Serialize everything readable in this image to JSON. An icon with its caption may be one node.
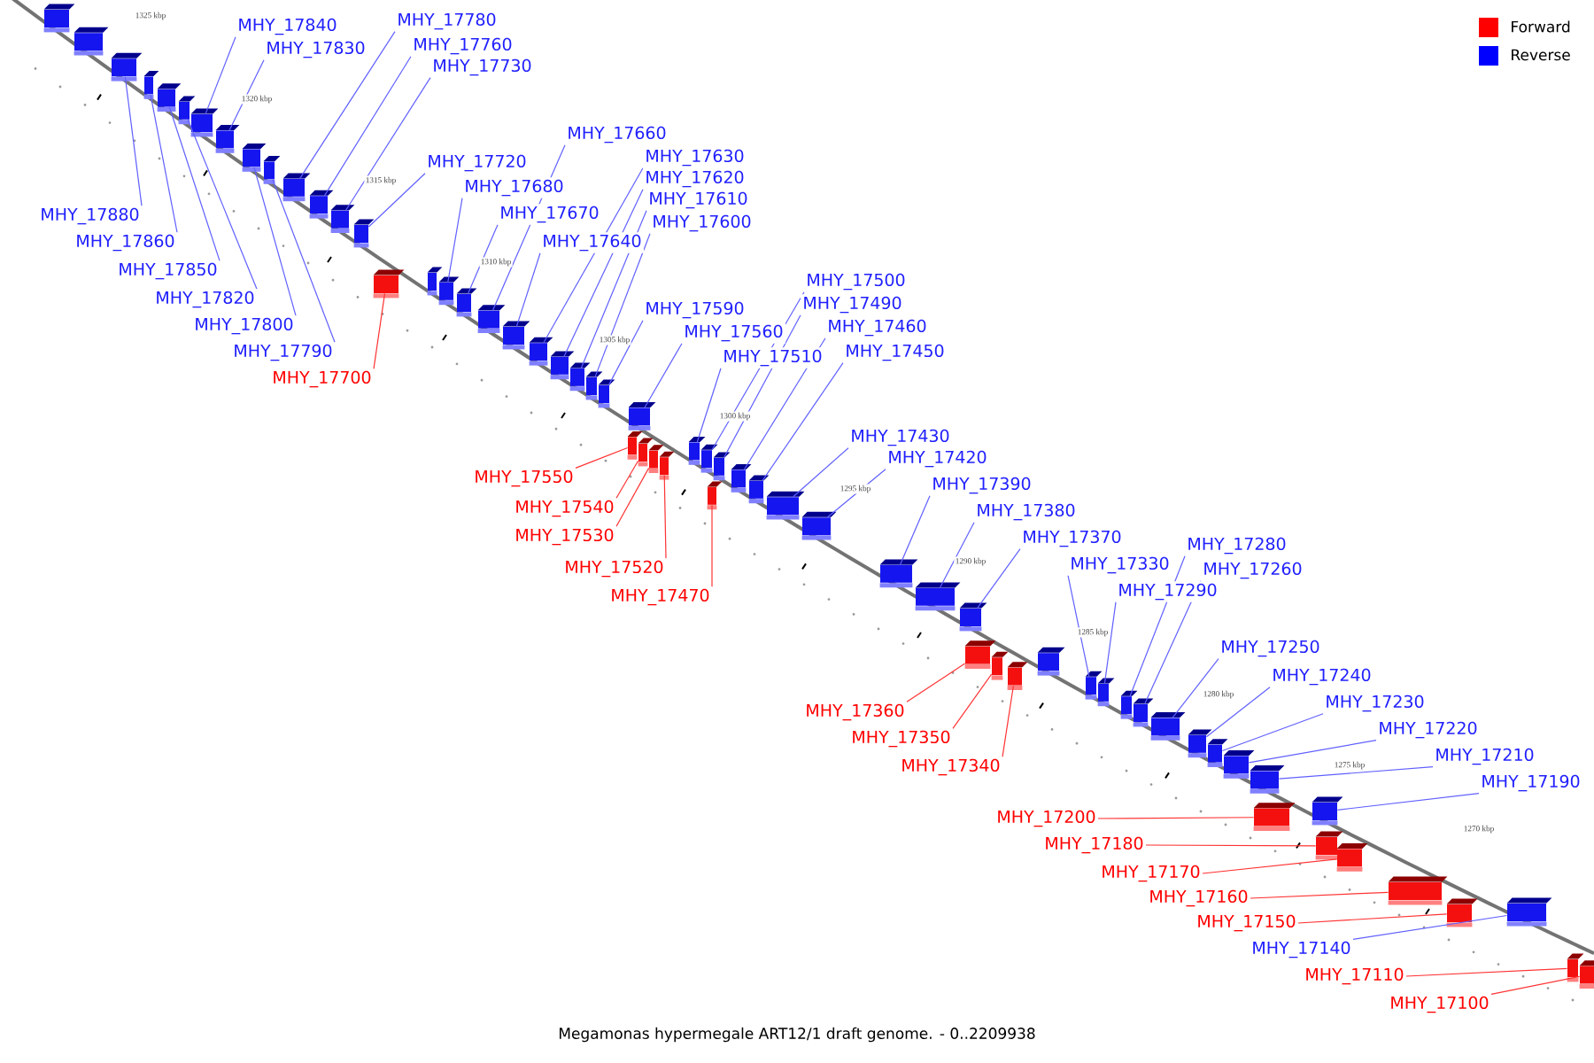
{
  "diagram": {
    "caption": "Megamonas hypermegale ART12/1 draft genome. - 0..2209938",
    "nodes": [
      {
        "text": [
          "MHY_17840"
        ]
      },
      {
        "text": [
          "MHY_17830"
        ]
      },
      {
        "text": [
          "MHY_17780"
        ]
      },
      {
        "text": [
          "MHY_17760"
        ]
      },
      {
        "text": [
          "MHY_17730"
        ]
      },
      {
        "text": [
          "MHY_17880"
        ]
      },
      {
        "text": [
          "MHY_17860"
        ]
      },
      {
        "text": [
          "MHY_17850"
        ]
      },
      {
        "text": [
          "MHY_17820"
        ]
      },
      {
        "text": [
          "MHY_17800"
        ]
      },
      {
        "text": [
          "MHY_17790"
        ]
      },
      {
        "text": [
          "MHY_17700"
        ]
      },
      {
        "text": [
          "MHY_17720"
        ]
      },
      {
        "text": [
          "MHY_17680"
        ]
      },
      {
        "text": [
          "MHY_17670"
        ]
      },
      {
        "text": [
          "MHY_17660"
        ]
      },
      {
        "text": [
          "MHY_17640"
        ]
      },
      {
        "text": [
          "MHY_17630"
        ]
      },
      {
        "text": [
          "MHY_17620"
        ]
      },
      {
        "text": [
          "MHY_17610"
        ]
      },
      {
        "text": [
          "MHY_17600"
        ]
      },
      {
        "text": [
          "MHY_17590"
        ]
      },
      {
        "text": [
          "MHY_17560"
        ]
      },
      {
        "text": [
          "MHY_17510"
        ]
      },
      {
        "text": [
          "MHY_17500"
        ]
      },
      {
        "text": [
          "MHY_17490"
        ]
      },
      {
        "text": [
          "MHY_17460"
        ]
      },
      {
        "text": [
          "MHY_17450"
        ]
      },
      {
        "text": [
          "MHY_17430"
        ]
      },
      {
        "text": [
          "MHY_17420"
        ]
      },
      {
        "text": [
          "MHY_17390"
        ]
      },
      {
        "text": [
          "MHY_17380"
        ]
      },
      {
        "text": [
          "MHY_17370"
        ]
      },
      {
        "text": [
          "MHY_17330"
        ]
      },
      {
        "text": [
          "MHY_17290"
        ]
      },
      {
        "text": [
          "MHY_17280"
        ]
      },
      {
        "text": [
          "MHY_17260"
        ]
      },
      {
        "text": [
          "MHY_17250"
        ]
      },
      {
        "text": [
          "MHY_17240"
        ]
      },
      {
        "text": [
          "MHY_17230"
        ]
      },
      {
        "text": [
          "MHY_17220"
        ]
      },
      {
        "text": [
          "MHY_17210"
        ]
      },
      {
        "text": [
          "MHY_17190"
        ]
      },
      {
        "text": [
          "MHY_17550"
        ]
      },
      {
        "text": [
          "MHY_17540"
        ]
      },
      {
        "text": [
          "MHY_17530"
        ]
      },
      {
        "text": [
          "MHY_17520"
        ]
      },
      {
        "text": [
          "MHY_17470"
        ]
      },
      {
        "text": [
          "MHY_17360"
        ]
      },
      {
        "text": [
          "MHY_17350"
        ]
      },
      {
        "text": [
          "MHY_17340"
        ]
      },
      {
        "text": [
          "MHY_17200"
        ]
      },
      {
        "text": [
          "MHY_17180"
        ]
      },
      {
        "text": [
          "MHY_17170"
        ]
      },
      {
        "text": [
          "MHY_17160"
        ]
      },
      {
        "text": [
          "MHY_17150"
        ]
      },
      {
        "text": [
          "MHY_17140"
        ]
      },
      {
        "text": [
          "MHY_17110"
        ]
      },
      {
        "text": [
          "MHY_17100"
        ]
      },
      {
        "text": [],
        "shape": "box"
      },
      {
        "text": [],
        "shape": "box"
      },
      {
        "text": [],
        "shape": "box"
      },
      {
        "text": [],
        "shape": "box"
      },
      {
        "text": [],
        "shape": "box"
      },
      {
        "text": [],
        "shape": "box"
      },
      {
        "text": [],
        "shape": "box"
      },
      {
        "text": [],
        "shape": "box"
      },
      {
        "text": [],
        "shape": "box"
      },
      {
        "text": [],
        "shape": "box"
      },
      {
        "text": [],
        "shape": "box"
      },
      {
        "text": [],
        "shape": "box"
      },
      {
        "text": [],
        "shape": "box"
      },
      {
        "text": [],
        "shape": "box"
      },
      {
        "text": [],
        "shape": "box"
      },
      {
        "text": [],
        "shape": "box"
      },
      {
        "text": [],
        "shape": "box"
      },
      {
        "text": [],
        "shape": "box"
      },
      {
        "text": [],
        "shape": "box"
      },
      {
        "text": [],
        "shape": "box"
      },
      {
        "text": [],
        "shape": "box"
      },
      {
        "text": [],
        "shape": "box"
      },
      {
        "text": [],
        "shape": "box"
      },
      {
        "text": [],
        "shape": "box"
      },
      {
        "text": [],
        "shape": "box"
      },
      {
        "text": [],
        "shape": "box"
      },
      {
        "text": [],
        "shape": "box"
      },
      {
        "text": [],
        "shape": "box"
      },
      {
        "text": [],
        "shape": "box"
      },
      {
        "text": [],
        "shape": "box"
      },
      {
        "text": [],
        "shape": "box"
      },
      {
        "text": [],
        "shape": "box"
      },
      {
        "text": [],
        "shape": "box"
      },
      {
        "text": [],
        "shape": "box"
      },
      {
        "text": [],
        "shape": "box"
      },
      {
        "text": [],
        "shape": "box"
      },
      {
        "text": [],
        "shape": "box"
      },
      {
        "text": [],
        "shape": "box"
      },
      {
        "text": [],
        "shape": "box"
      },
      {
        "text": [],
        "shape": "box"
      },
      {
        "text": [],
        "shape": "box"
      },
      {
        "text": [],
        "shape": "box"
      },
      {
        "text": [],
        "shape": "box"
      },
      {
        "text": [],
        "shape": "box"
      },
      {
        "text": [],
        "shape": "box"
      },
      {
        "text": [],
        "shape": "box"
      },
      {
        "text": [],
        "shape": "box"
      },
      {
        "text": [],
        "shape": "box"
      },
      {
        "text": [],
        "shape": "box"
      },
      {
        "text": [],
        "shape": "box"
      },
      {
        "text": [],
        "shape": "box"
      },
      {
        "text": [],
        "shape": "box"
      },
      {
        "text": [],
        "shape": "box"
      },
      {
        "text": [],
        "shape": "box"
      },
      {
        "text": [],
        "shape": "box"
      },
      {
        "text": [],
        "shape": "box"
      },
      {
        "text": [],
        "shape": "box"
      },
      {
        "text": [],
        "shape": "box"
      },
      {
        "text": [],
        "shape": "box"
      },
      {
        "text": [],
        "shape": "box"
      },
      {
        "text": [],
        "shape": "box"
      },
      {
        "text": [],
        "shape": "box"
      },
      {
        "text": [],
        "shape": "box"
      }
    ],
    "edges": [
      {
        "from": 0,
        "to": 59,
        "arrow": "none"
      },
      {
        "from": 1,
        "to": 60,
        "arrow": "none"
      },
      {
        "from": 2,
        "to": 61,
        "arrow": "none"
      },
      {
        "from": 3,
        "to": 62,
        "arrow": "none"
      },
      {
        "from": 4,
        "to": 63,
        "arrow": "none"
      },
      {
        "from": 5,
        "to": 64,
        "arrow": "none"
      },
      {
        "from": 6,
        "to": 65,
        "arrow": "none"
      },
      {
        "from": 7,
        "to": 66,
        "arrow": "none"
      },
      {
        "from": 8,
        "to": 67,
        "arrow": "none"
      },
      {
        "from": 9,
        "to": 68,
        "arrow": "none"
      },
      {
        "from": 10,
        "to": 69,
        "arrow": "none"
      },
      {
        "from": 11,
        "to": 70,
        "arrow": "none",
        "color": "#ff3333"
      },
      {
        "from": 12,
        "to": 71,
        "arrow": "none"
      },
      {
        "from": 13,
        "to": 72,
        "arrow": "none"
      },
      {
        "from": 14,
        "to": 73,
        "arrow": "none"
      },
      {
        "from": 15,
        "to": 74,
        "arrow": "none"
      },
      {
        "from": 16,
        "to": 75,
        "arrow": "none"
      },
      {
        "from": 17,
        "to": 76,
        "arrow": "none"
      },
      {
        "from": 18,
        "to": 77,
        "arrow": "none"
      },
      {
        "from": 19,
        "to": 78,
        "arrow": "none"
      },
      {
        "from": 20,
        "to": 79,
        "arrow": "none"
      },
      {
        "from": 21,
        "to": 80,
        "arrow": "none"
      },
      {
        "from": 22,
        "to": 81,
        "arrow": "none"
      },
      {
        "from": 23,
        "to": 82,
        "arrow": "none"
      },
      {
        "from": 24,
        "to": 83,
        "arrow": "none"
      },
      {
        "from": 25,
        "to": 84,
        "arrow": "none"
      },
      {
        "from": 26,
        "to": 85,
        "arrow": "none"
      },
      {
        "from": 27,
        "to": 86,
        "arrow": "none"
      },
      {
        "from": 28,
        "to": 87,
        "arrow": "none"
      },
      {
        "from": 29,
        "to": 88,
        "arrow": "none"
      },
      {
        "from": 30,
        "to": 89,
        "arrow": "none"
      },
      {
        "from": 31,
        "to": 90,
        "arrow": "none"
      },
      {
        "from": 32,
        "to": 91,
        "arrow": "none"
      },
      {
        "from": 33,
        "to": 92,
        "arrow": "none"
      },
      {
        "from": 34,
        "to": 93,
        "arrow": "none"
      },
      {
        "from": 35,
        "to": 94,
        "arrow": "none"
      },
      {
        "from": 36,
        "to": 95,
        "arrow": "none"
      },
      {
        "from": 37,
        "to": 96,
        "arrow": "none"
      },
      {
        "from": 38,
        "to": 97,
        "arrow": "none"
      },
      {
        "from": 39,
        "to": 98,
        "arrow": "none"
      },
      {
        "from": 40,
        "to": 99,
        "arrow": "none"
      },
      {
        "from": 41,
        "to": 100,
        "arrow": "none"
      },
      {
        "from": 42,
        "to": 101,
        "arrow": "none"
      },
      {
        "from": 43,
        "to": 102,
        "arrow": "none",
        "color": "#ff3333"
      },
      {
        "from": 44,
        "to": 103,
        "arrow": "none",
        "color": "#ff3333"
      },
      {
        "from": 45,
        "to": 104,
        "arrow": "none",
        "color": "#ff3333"
      },
      {
        "from": 46,
        "to": 105,
        "arrow": "none",
        "color": "#ff3333"
      },
      {
        "from": 47,
        "to": 106,
        "arrow": "none",
        "color": "#ff3333"
      },
      {
        "from": 48,
        "to": 107,
        "arrow": "none",
        "color": "#ff3333"
      },
      {
        "from": 49,
        "to": 108,
        "arrow": "none",
        "color": "#ff3333"
      },
      {
        "from": 50,
        "to": 109,
        "arrow": "none",
        "color": "#ff3333"
      },
      {
        "from": 51,
        "to": 110,
        "arrow": "none",
        "color": "#ff3333"
      },
      {
        "from": 52,
        "to": 111,
        "arrow": "none",
        "color": "#ff3333"
      },
      {
        "from": 53,
        "to": 112,
        "arrow": "none",
        "color": "#ff3333"
      },
      {
        "from": 54,
        "to": 113,
        "arrow": "none",
        "color": "#ff3333"
      },
      {
        "from": 55,
        "to": 114,
        "arrow": "none",
        "color": "#ff3333"
      },
      {
        "from": 56,
        "to": 115,
        "arrow": "none"
      },
      {
        "from": 57,
        "to": 116,
        "arrow": "none",
        "color": "#ff3333"
      },
      {
        "from": 58,
        "to": 117,
        "arrow": "none",
        "color": "#ff3333"
      }
    ],
    "labels": [
      "1325 kbp",
      "1320 kbp",
      "1315 kbp",
      "1310 kbp",
      "1305 kbp",
      "1300 kbp",
      "1295 kbp",
      "1290 kbp",
      "1285 kbp",
      "1280 kbp",
      "1275 kbp",
      "1270 kbp"
    ],
    "legend": [
      {
        "text": "Forward",
        "color": "#ff0000"
      },
      {
        "text": "Reverse",
        "color": "#0000ff"
      }
    ]
  }
}
